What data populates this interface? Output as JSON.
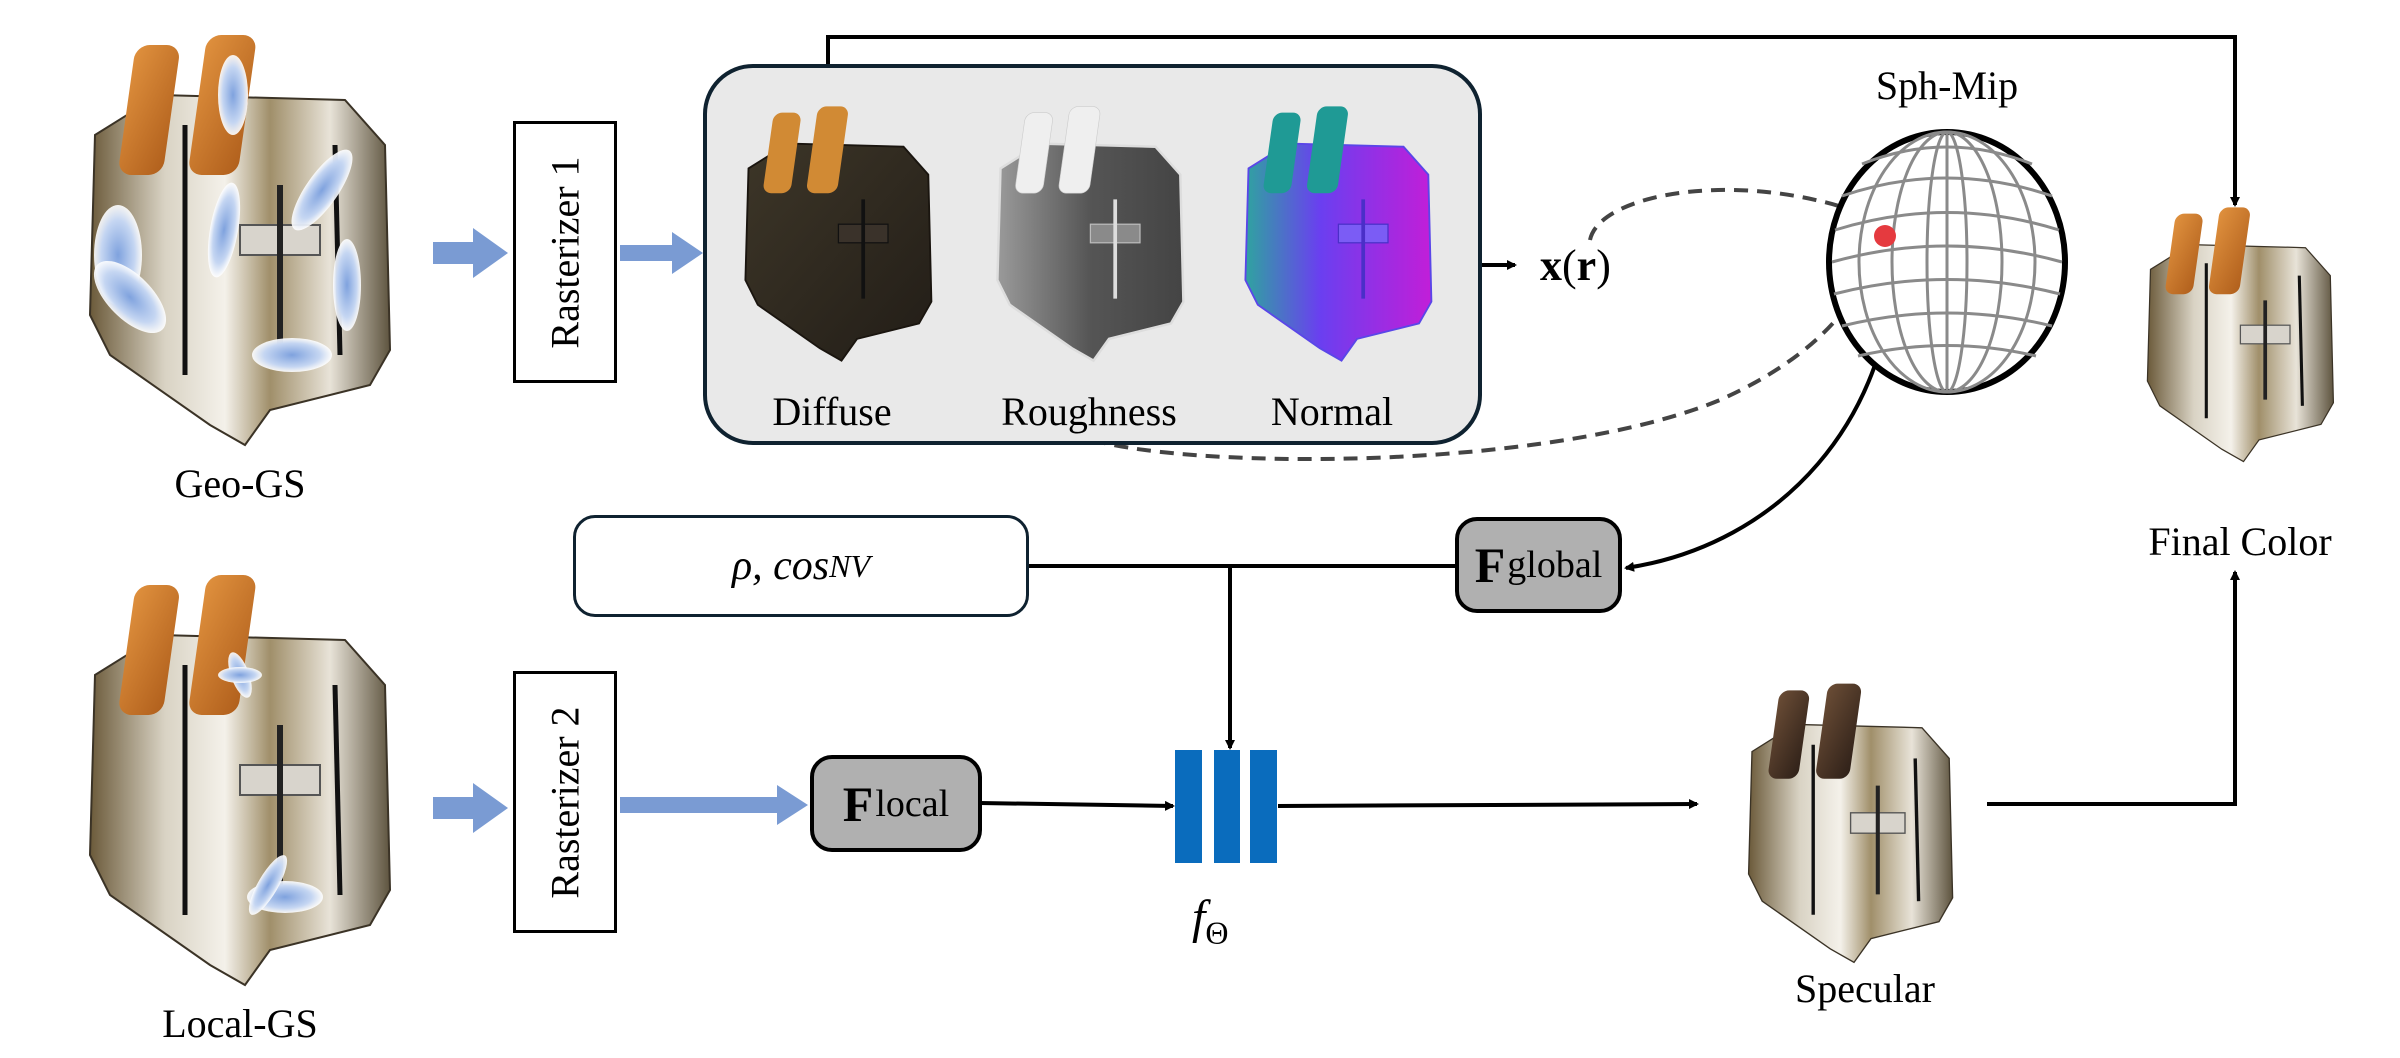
{
  "figure": {
    "inputs": {
      "geo_gs_label": "Geo-GS",
      "local_gs_label": "Local-GS"
    },
    "rasterizers": {
      "rasterizer_1": "Rasterizer 1",
      "rasterizer_2": "Rasterizer 2"
    },
    "material_panel": {
      "maps": [
        {
          "label": "Diffuse"
        },
        {
          "label": "Roughness"
        },
        {
          "label": "Normal"
        }
      ]
    },
    "reflection_point_label": {
      "bold_x": "x",
      "open_paren": "(",
      "bold_r": "r",
      "close_paren": ")"
    },
    "sph_mip_label": "Sph-Mip",
    "input_features": {
      "rho": "ρ, cos",
      "subscript": "NV"
    },
    "global_feature": {
      "main": "F",
      "subscript": "global"
    },
    "local_feature": {
      "main": "F",
      "subscript": "local"
    },
    "mlp": {
      "main": "f",
      "subscript": "Θ"
    },
    "outputs": {
      "specular_label": "Specular",
      "final_color_label": "Final Color"
    },
    "colors": {
      "flow_arrow": "#7a9bd3",
      "mlp_bar": "#0a6cbd",
      "feature_box": "#b0b0b0",
      "panel_bg": "#e9e9e9",
      "sample_point": "#e53a3f",
      "gaussian_blob": "#a9c3ea"
    }
  }
}
